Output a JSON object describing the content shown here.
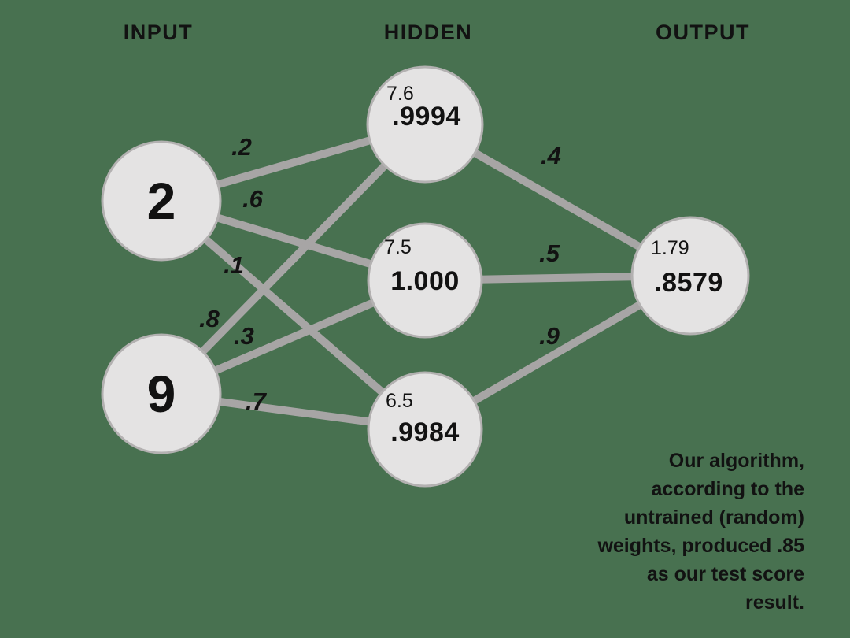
{
  "headers": {
    "input": "INPUT",
    "hidden": "HIDDEN",
    "output": "OUTPUT"
  },
  "network": {
    "input_nodes": [
      {
        "value": "2"
      },
      {
        "value": "9"
      }
    ],
    "hidden_nodes": [
      {
        "sum": "7.6",
        "activation": ".9994"
      },
      {
        "sum": "7.5",
        "activation": "1.000"
      },
      {
        "sum": "6.5",
        "activation": ".9984"
      }
    ],
    "output_node": {
      "sum": "1.79",
      "activation": ".8579"
    },
    "weights_input_hidden": [
      ".2",
      ".6",
      ".1",
      ".8",
      ".3",
      ".7"
    ],
    "weights_hidden_output": [
      ".4",
      ".5",
      ".9"
    ]
  },
  "caption": {
    "lines": [
      "Our algorithm,",
      "according to the",
      "untrained (random)",
      "weights, produced .85",
      "as our test score",
      "result."
    ]
  },
  "colors": {
    "background": "#487150",
    "node_fill": "#E4E3E3",
    "node_border": "#B3B1B1",
    "edge": "#A7A5A5",
    "ink": "#121212"
  }
}
